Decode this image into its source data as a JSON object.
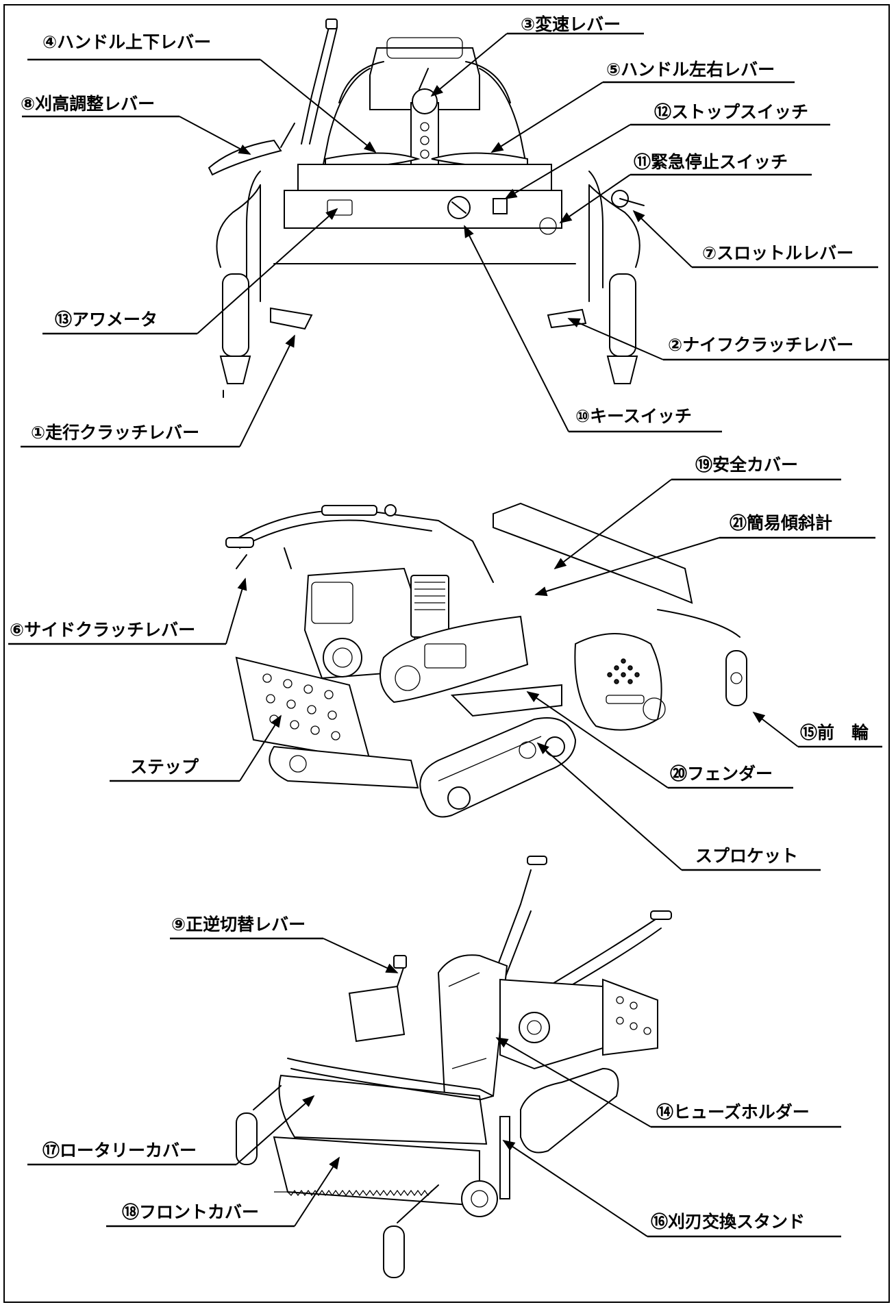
{
  "labels": {
    "l04": "④ハンドル上下レバー",
    "l03": "③変速レバー",
    "l05": "⑤ハンドル左右レバー",
    "l08": "⑧刈高調整レバー",
    "l12": "⑫ストップスイッチ",
    "l11": "⑪緊急停止スイッチ",
    "l07": "⑦スロットルレバー",
    "l13": "⑬アワメータ",
    "l02": "②ナイフクラッチレバー",
    "l01": "①走行クラッチレバー",
    "l10": "⑩キースイッチ",
    "l19": "⑲安全カバー",
    "l21": "㉑簡易傾斜計",
    "l06": "⑥サイドクラッチレバー",
    "l15": "⑮前　輪",
    "step": "ステップ",
    "l20": "⑳フェンダー",
    "sprocket": "スプロケット",
    "l09": "⑨正逆切替レバー",
    "l14": "⑭ヒューズホルダー",
    "l17": "⑰ロータリーカバー",
    "l18": "⑱フロントカバー",
    "l16": "⑯刈刃交換スタンド"
  }
}
